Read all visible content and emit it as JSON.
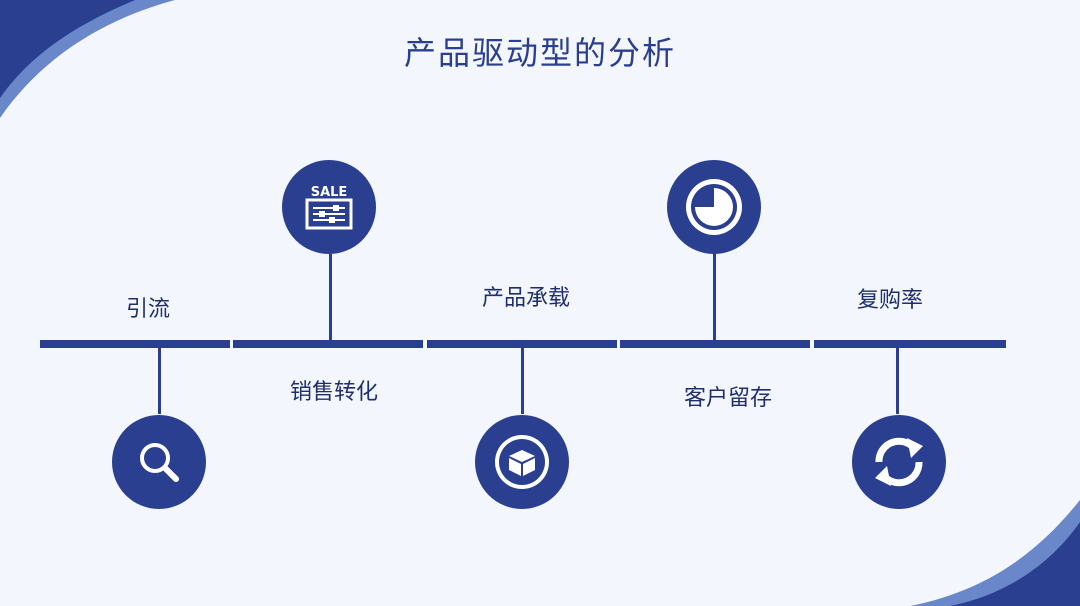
{
  "slide": {
    "title": "产品驱动型的分析"
  },
  "colors": {
    "primary": "#2a3f8f",
    "accent_light": "#6a88c9",
    "background": "#f3f6fd",
    "icon_fill": "#ffffff"
  },
  "steps": [
    {
      "label": "引流",
      "icon": "magnifier-icon"
    },
    {
      "label": "销售转化",
      "icon": "sale-sign-icon",
      "icon_text": "SALE"
    },
    {
      "label": "产品承载",
      "icon": "box-icon"
    },
    {
      "label": "客户留存",
      "icon": "pie-chart-icon"
    },
    {
      "label": "复购率",
      "icon": "refresh-icon"
    }
  ]
}
